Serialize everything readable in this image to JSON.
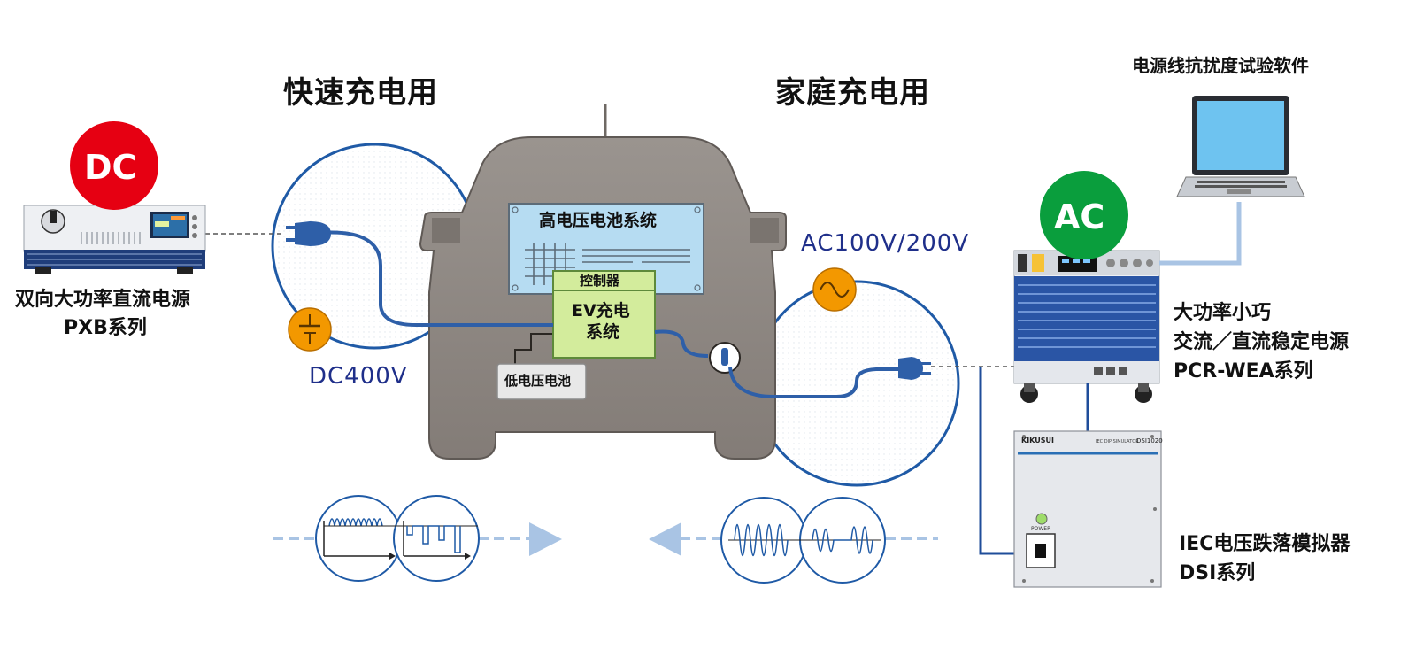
{
  "headings": {
    "fast_charge": "快速充电用",
    "home_charge": "家庭充电用"
  },
  "dc_badge": "DC",
  "ac_badge": "AC",
  "dc_voltage": "DC400V",
  "ac_voltage": "AC100V/200V",
  "car": {
    "battery_system": "高电压电池系统",
    "controller": "控制器",
    "ev_charge_line1": "EV充电",
    "ev_charge_line2": "系统",
    "low_voltage_battery": "低电压电池"
  },
  "products": {
    "pxb_line1": "双向大功率直流电源",
    "pxb_line2": "PXB系列",
    "software": "电源线抗扰度试验软件",
    "pcr_line1": "大功率小巧",
    "pcr_line2": "交流／直流稳定电源",
    "pcr_line3": "PCR-WEA系列",
    "dsi_line1": "IEC电压跌落模拟器",
    "dsi_line2": "DSI系列"
  },
  "dsi_panel": {
    "brand": "KIKUSUI",
    "model": "DSI1020",
    "caption": "IEC DIP SIMULATOR",
    "power": "POWER"
  },
  "colors": {
    "dc_red": "#e60012",
    "ac_green": "#0a9e3d",
    "cable_blue": "#2e5fa8",
    "circle_blue": "#1f5aa6",
    "car_gray": "#8c8681",
    "battery_panel": "#b6dcf2",
    "ev_green": "#d3ec9c",
    "symbol_orange": "#f39800",
    "arrow_light": "#a9c4e4"
  }
}
